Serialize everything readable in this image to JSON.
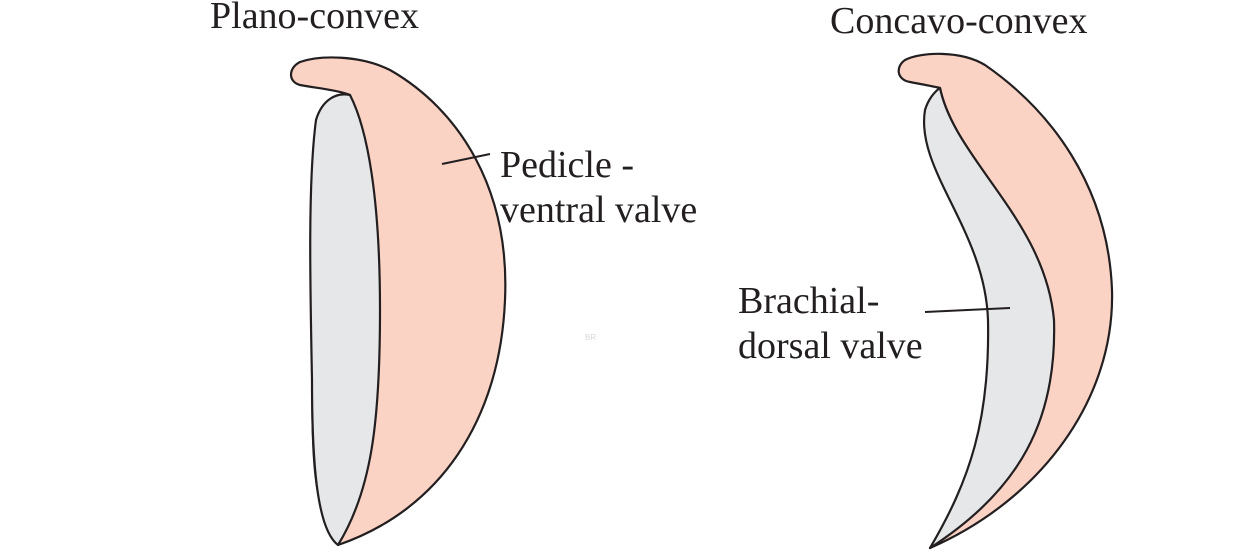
{
  "colors": {
    "ventral_valve_fill": "#fbd3c5",
    "dorsal_valve_fill": "#e6e7e8",
    "outline": "#231f20",
    "text": "#231f20"
  },
  "shells": [
    {
      "title": "Plano-convex",
      "label_lines": [
        "Pedicle -",
        "ventral valve"
      ]
    },
    {
      "title": "Concavo-convex",
      "label_lines": [
        "Brachial-",
        "dorsal valve"
      ]
    }
  ],
  "watermark": "BR"
}
